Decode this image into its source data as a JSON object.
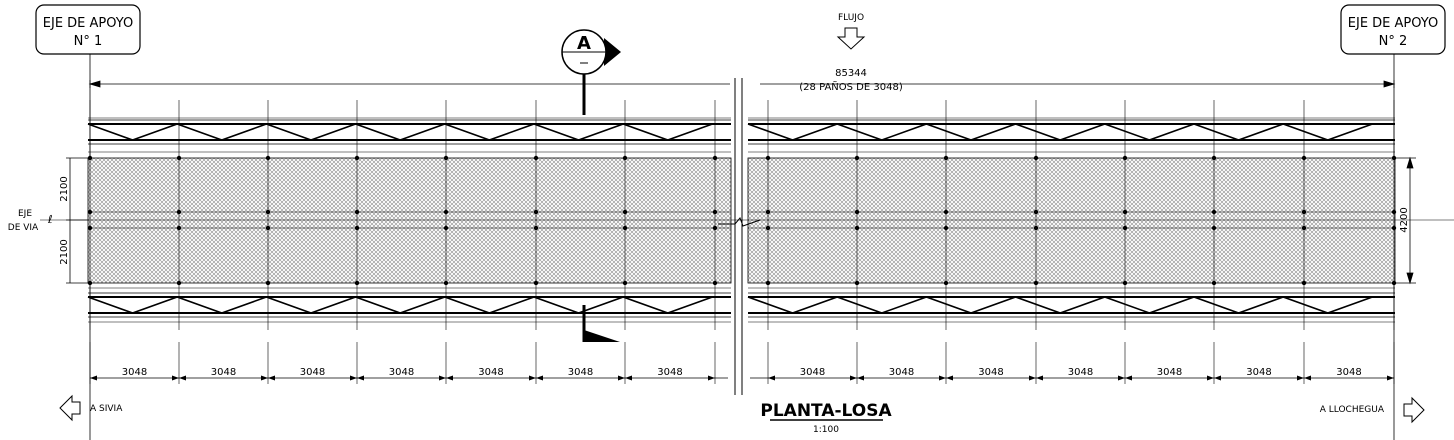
{
  "support_axis_1": {
    "line1": "EJE DE APOYO",
    "line2": "N° 1"
  },
  "support_axis_2": {
    "line1": "EJE DE APOYO",
    "line2": "N° 2"
  },
  "flow_label": "FLUJO",
  "section_marker": "A",
  "total_length": "85344",
  "panel_count_note": "(28 PAÑOS DE 3048)",
  "track_axis_label": {
    "line1": "EJE",
    "line2": "DE VIA"
  },
  "half_width": "2100",
  "full_width": "4200",
  "panel_length": "3048",
  "direction_left": "A SIVIA",
  "direction_right": "A LLOCHEGUA",
  "plan_title": "PLANTA-LOSA",
  "scale": "1:100",
  "colors": {
    "ink": "#000000",
    "hatch": "#8a8a8a",
    "paper": "#ffffff"
  }
}
